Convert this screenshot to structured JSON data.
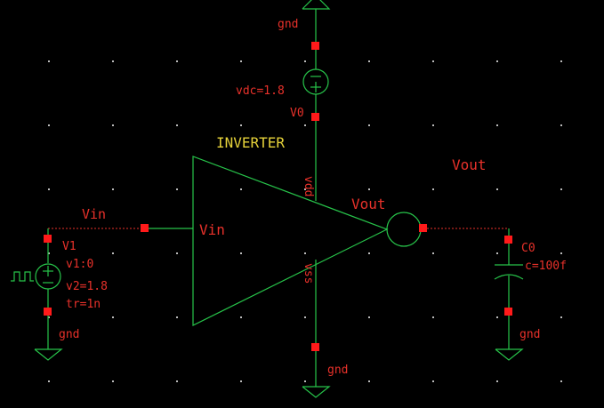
{
  "colors": {
    "background": "#000000",
    "wire": "#27c44a",
    "label": "#e8312a",
    "instance_label": "#e6d23a",
    "pin": "#ff1a1a",
    "grid_dot": "#bbbbbb"
  },
  "labels": {
    "gnd_top": "gnd",
    "vdc_value": "vdc=1.8",
    "vdc_name": "V0",
    "inverter_name": "INVERTER",
    "vdd_pin": "vdd",
    "vss_pin": "vss",
    "vin_pin": "Vin",
    "vout_pin": "Vout",
    "vout_net": "Vout",
    "vin_net": "Vin",
    "source_name": "V1",
    "source_v1": "v1:0",
    "source_v2": "v2=1.8",
    "source_tr": "tr=1n",
    "gnd_source": "gnd",
    "gnd_inverter": "gnd",
    "cap_name": "C0",
    "cap_value": "c=100f",
    "gnd_cap": "gnd"
  },
  "icons": {
    "dc_source": "dc-voltage-source-icon",
    "pulse_source": "pulse-voltage-source-icon",
    "ground": "ground-icon",
    "capacitor": "capacitor-icon",
    "inverter": "inverter-triangle-icon"
  }
}
